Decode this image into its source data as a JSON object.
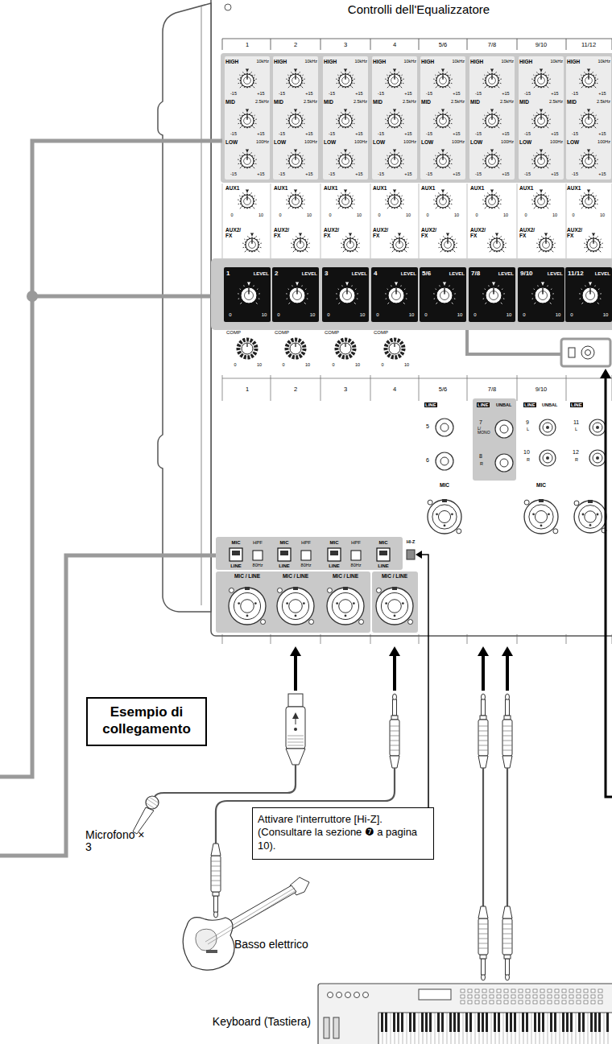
{
  "diagram": {
    "nodes": [
      {
        "text": [
          "Esempio di collegamento"
        ]
      },
      {
        "text": [
          "Attivare l'interruttore [Hi-Z]. (Consultare la sezione ❼ a pagina 10)."
        ]
      }
    ],
    "labels": [
      "Controlli dell'Equalizzatore",
      "1",
      "2",
      "3",
      "4",
      "5/6",
      "7/8",
      "9/10",
      "11/12",
      "HIGH",
      "10kHz",
      "-15",
      "+15",
      "MID",
      "2.5kHz",
      "-15",
      "+15",
      "LOW",
      "100Hz",
      "-15",
      "+15",
      "HIGH",
      "10kHz",
      "-15",
      "+15",
      "MID",
      "2.5kHz",
      "-15",
      "+15",
      "LOW",
      "100Hz",
      "-15",
      "+15",
      "HIGH",
      "10kHz",
      "-15",
      "+15",
      "MID",
      "2.5kHz",
      "-15",
      "+15",
      "LOW",
      "100Hz",
      "-15",
      "+15",
      "HIGH",
      "10kHz",
      "-15",
      "+15",
      "MID",
      "2.5kHz",
      "-15",
      "+15",
      "LOW",
      "100Hz",
      "-15",
      "+15",
      "HIGH",
      "10kHz",
      "-15",
      "+15",
      "MID",
      "2.5kHz",
      "-15",
      "+15",
      "LOW",
      "100Hz",
      "-15",
      "+15",
      "HIGH",
      "10kHz",
      "-15",
      "+15",
      "MID",
      "2.5kHz",
      "-15",
      "+15",
      "LOW",
      "100Hz",
      "-15",
      "+15",
      "HIGH",
      "10kHz",
      "-15",
      "+15",
      "MID",
      "2.5kHz",
      "-15",
      "+15",
      "LOW",
      "100Hz",
      "-15",
      "+15",
      "HIGH",
      "10kHz",
      "-15",
      "+15",
      "MID",
      "2.5kHz",
      "-15",
      "+15",
      "LOW",
      "100Hz",
      "-15",
      "+15",
      "AUX1",
      "0",
      "10",
      "AUX2/ FX",
      "AUX1",
      "0",
      "10",
      "AUX2/ FX",
      "AUX1",
      "0",
      "10",
      "AUX2/ FX",
      "AUX1",
      "0",
      "10",
      "AUX2/ FX",
      "AUX1",
      "0",
      "10",
      "AUX2/ FX",
      "AUX1",
      "0",
      "10",
      "AUX2/ FX",
      "AUX1",
      "0",
      "10",
      "AUX2/ FX",
      "AUX1",
      "0",
      "10",
      "AUX2/ FX",
      "1",
      "LEVEL",
      "0",
      "10",
      "2",
      "LEVEL",
      "0",
      "10",
      "3",
      "LEVEL",
      "0",
      "10",
      "4",
      "LEVEL",
      "0",
      "10",
      "5/6",
      "LEVEL",
      "0",
      "10",
      "7/8",
      "LEVEL",
      "0",
      "10",
      "9/10",
      "LEVEL",
      "0",
      "10",
      "11/12",
      "LEVEL",
      "0",
      "10",
      "COMP",
      "0",
      "10",
      "COMP",
      "0",
      "10",
      "COMP",
      "0",
      "10",
      "COMP",
      "0",
      "10",
      "1",
      "2",
      "3",
      "4",
      "5/6",
      "7/8",
      "9/10",
      "MIC",
      "LINE",
      "HPF",
      "80Hz",
      "MIC",
      "LINE",
      "HPF",
      "80Hz",
      "MIC",
      "LINE",
      "HPF",
      "80Hz",
      "MIC",
      "LINE",
      "HI-Z",
      "MIC / LINE",
      "MIC / LINE",
      "MIC / LINE",
      "MIC / LINE",
      "LINE",
      "5",
      "6",
      "MIC",
      "LINE",
      "UNBAL",
      "7",
      "L/ MONO",
      "8",
      "R",
      "LINE",
      "UNBAL",
      "9",
      "L",
      "10",
      "R",
      "MIC",
      "LINE",
      "11",
      "L",
      "12",
      "R",
      "Microfono × 3",
      "Basso elettrico",
      "Keyboard (Tastiera)"
    ]
  }
}
